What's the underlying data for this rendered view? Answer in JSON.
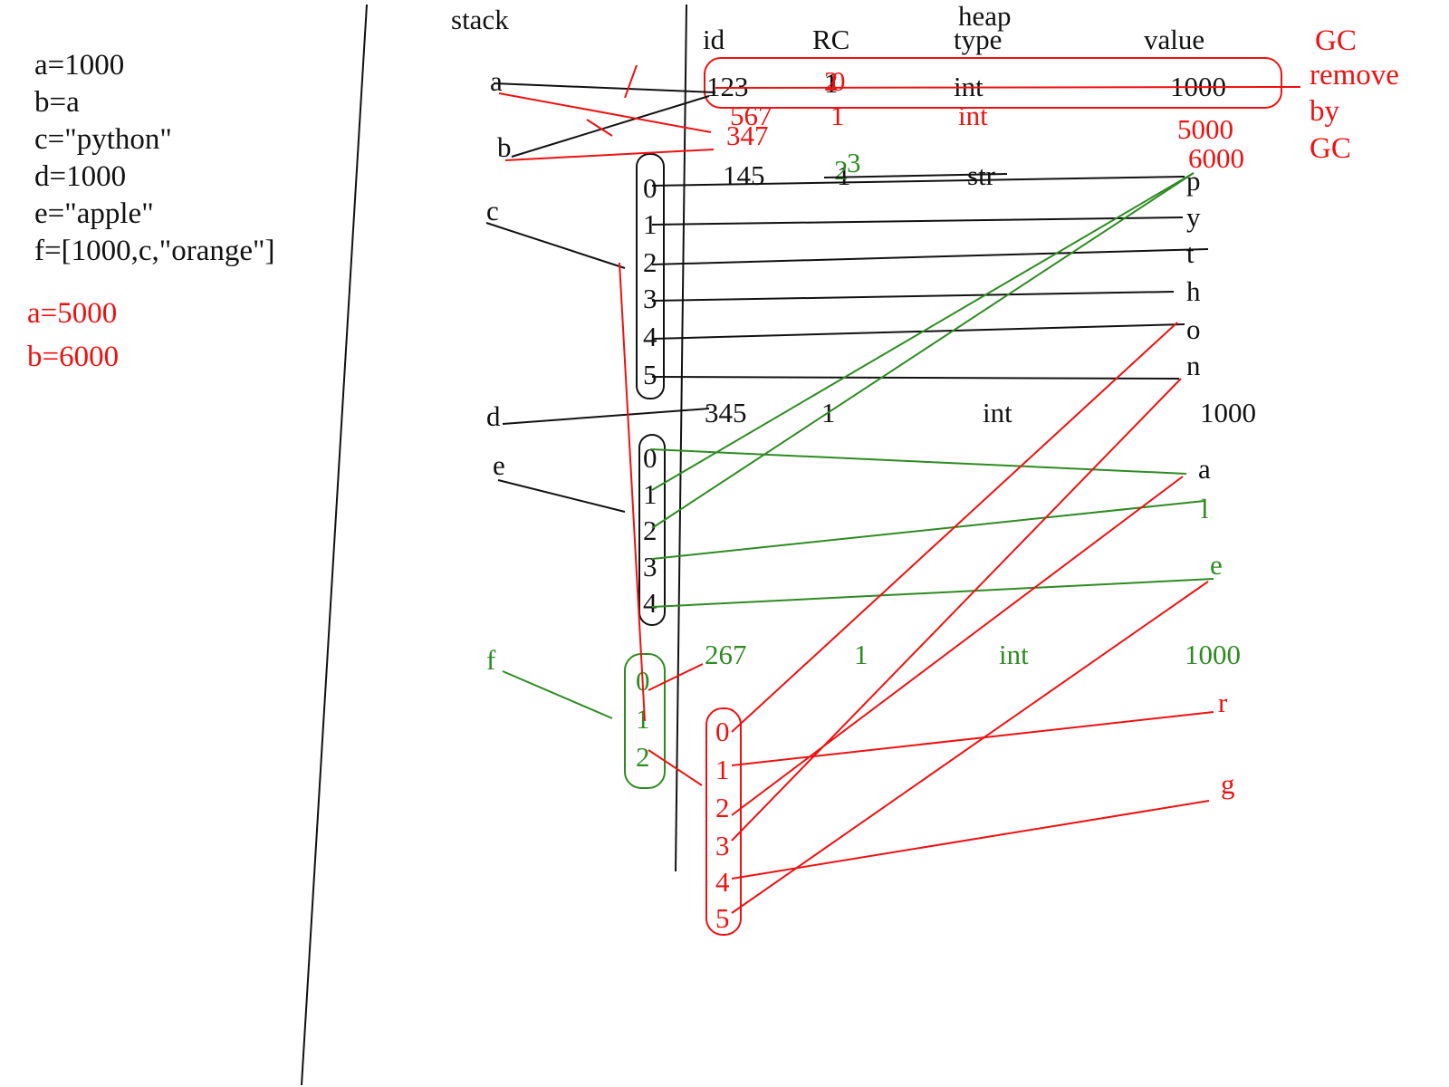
{
  "colors": {
    "ink": "#111111",
    "red": "#ee1111",
    "green": "#2e8b22"
  },
  "code": {
    "original": [
      "a=1000",
      "b=a",
      "c=\"python\"",
      "d=1000",
      "e=\"apple\"",
      "f=[1000,c,\"orange\"]"
    ],
    "reassign": [
      "a=5000",
      "b=6000"
    ]
  },
  "stack": {
    "heading": "stack",
    "vars": {
      "a": "a",
      "b": "b",
      "c": "c",
      "d": "d",
      "e": "e",
      "f": "f"
    }
  },
  "heap": {
    "heading": "heap",
    "columns": {
      "id": "id",
      "rc": "RC",
      "type": "type",
      "value": "value"
    },
    "rows": [
      {
        "id": "123",
        "rc": "1",
        "rc_edits": [
          "2",
          "0"
        ],
        "type": "int",
        "value": "1000"
      },
      {
        "id": "567",
        "rc": "1",
        "type": "int",
        "value": "5000"
      },
      {
        "id": "347",
        "value": "6000"
      },
      {
        "id": "145",
        "rc": "1",
        "rc_edits": [
          "2",
          "3"
        ],
        "type": "str",
        "value": ""
      },
      {
        "id": "345",
        "rc": "1",
        "type": "int",
        "value": "1000"
      },
      {
        "id": "267",
        "rc": "1",
        "type": "int",
        "value": "1000"
      }
    ]
  },
  "gc_note": [
    "GC",
    "remove",
    "by",
    "GC"
  ],
  "arrays": {
    "python": {
      "indices": [
        "0",
        "1",
        "2",
        "3",
        "4",
        "5"
      ],
      "chars": [
        "p",
        "y",
        "t",
        "h",
        "o",
        "n"
      ]
    },
    "apple": {
      "indices": [
        "0",
        "1",
        "2",
        "3",
        "4"
      ],
      "chars": [
        "a",
        "l",
        "e"
      ]
    },
    "list": {
      "indices": [
        "0",
        "1",
        "2"
      ]
    },
    "orange": {
      "indices": [
        "0",
        "1",
        "2",
        "3",
        "4",
        "5"
      ],
      "chars": [
        "r",
        "g"
      ]
    }
  }
}
